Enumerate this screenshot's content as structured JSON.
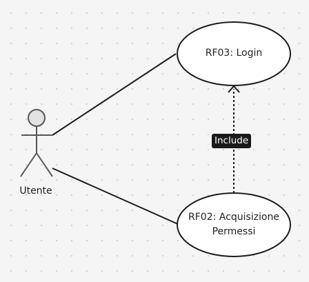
{
  "actor": {
    "name": "Utente"
  },
  "use_cases": [
    {
      "id": "login",
      "label": "RF03: Login"
    },
    {
      "id": "acquisizione",
      "label_line1": "RF02:  Acquisizione",
      "label_line2": "Permessi"
    }
  ],
  "relations": [
    {
      "from": "Utente",
      "to": "RF03: Login",
      "kind": "association"
    },
    {
      "from": "Utente",
      "to": "RF02:  Acquisizione Permessi",
      "kind": "association"
    },
    {
      "from": "RF02:  Acquisizione Permessi",
      "to": "RF03: Login",
      "kind": "include",
      "label": "Include"
    }
  ],
  "colors": {
    "background": "#f5f5f5",
    "stroke": "#1a1a1a",
    "actor_head_fill": "#e2e2e2",
    "badge_fill": "#1a1a1a",
    "badge_text": "#ffffff"
  }
}
